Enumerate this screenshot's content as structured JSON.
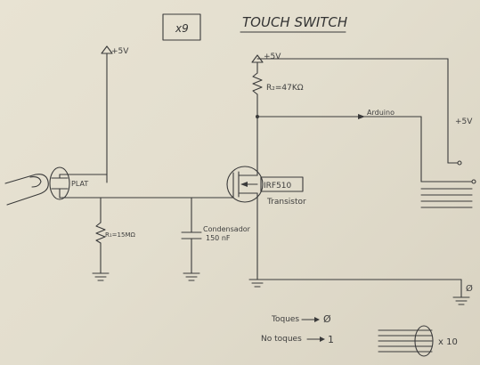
{
  "title": "TOUCH SWITCH",
  "box_label": "x9",
  "supply_left": "+5V",
  "supply_mid": "+5V",
  "supply_right": "+5V",
  "r2_label": "R₂=47KΩ",
  "arduino_label": "Arduino",
  "touch_label": "PLAT",
  "r1_label": "R₁=15MΩ",
  "cap_label_1": "Condensador",
  "cap_label_2": "150 nF",
  "transistor_part": "IRF510",
  "transistor_label": "Transistor",
  "zero_label": "Ø",
  "legend": [
    {
      "text": "Toques",
      "value": "Ø"
    },
    {
      "text": "No toques",
      "value": "1"
    }
  ],
  "multiplier": "x 10"
}
